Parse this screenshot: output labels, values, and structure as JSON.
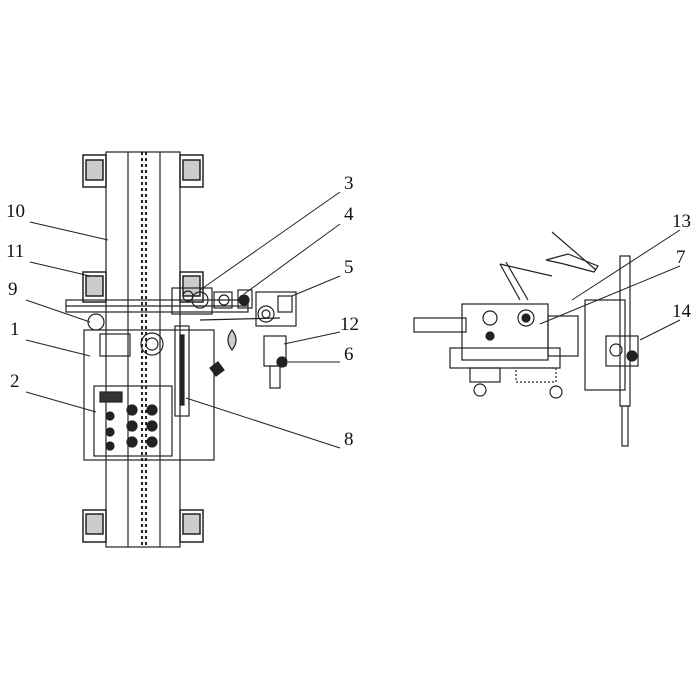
{
  "diagram": {
    "callouts": [
      {
        "id": "10",
        "text": "10"
      },
      {
        "id": "11",
        "text": "11"
      },
      {
        "id": "9",
        "text": "9"
      },
      {
        "id": "1",
        "text": "1"
      },
      {
        "id": "2",
        "text": "2"
      },
      {
        "id": "3",
        "text": "3"
      },
      {
        "id": "4",
        "text": "4"
      },
      {
        "id": "5",
        "text": "5"
      },
      {
        "id": "12",
        "text": "12"
      },
      {
        "id": "6",
        "text": "6"
      },
      {
        "id": "8",
        "text": "8"
      },
      {
        "id": "13",
        "text": "13"
      },
      {
        "id": "7",
        "text": "7"
      },
      {
        "id": "14",
        "text": "14"
      }
    ],
    "line_color": "#222222"
  }
}
